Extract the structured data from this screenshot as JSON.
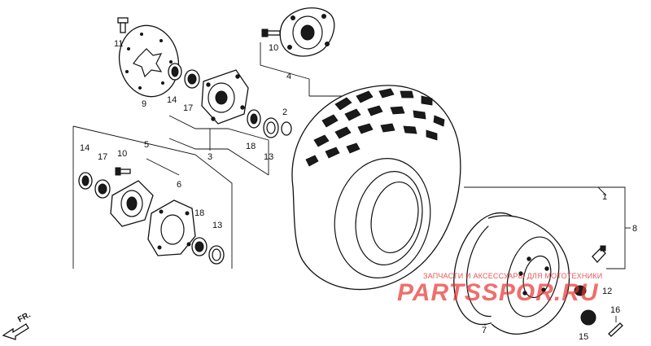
{
  "callouts": {
    "p1": "1",
    "p2": "2",
    "p3": "3",
    "p4": "4",
    "p5": "5",
    "p6": "6",
    "p7": "7",
    "p8": "8",
    "p9": "9",
    "p10a": "10",
    "p10b": "10",
    "p11": "11",
    "p12": "12",
    "p13a": "13",
    "p13b": "13",
    "p14a": "14",
    "p14b": "14",
    "p15": "15",
    "p16": "16",
    "p17a": "17",
    "p17b": "17",
    "p18a": "18",
    "p18b": "18"
  },
  "direction": {
    "label": "FR."
  },
  "watermark": {
    "line1": "ЗАПЧАСТИ И АКСЕССУАРЫ ДЛЯ МОТОТЕХНИКИ",
    "brand": "PARTSSPOR.RU",
    "color": "#e8332f"
  }
}
